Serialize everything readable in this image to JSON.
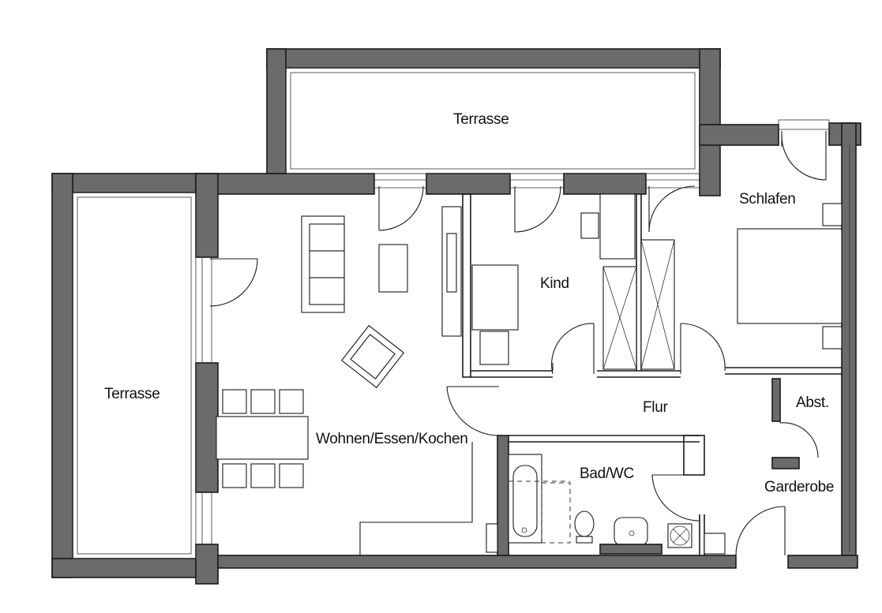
{
  "rooms": {
    "terrace_top": "Terrasse",
    "terrace_left": "Terrasse",
    "bedroom": "Schlafen",
    "child": "Kind",
    "living": "Wohnen/Essen/Kochen",
    "hall": "Flur",
    "storage": "Abst.",
    "bathroom": "Bad/WC",
    "wardrobe": "Garderobe"
  }
}
